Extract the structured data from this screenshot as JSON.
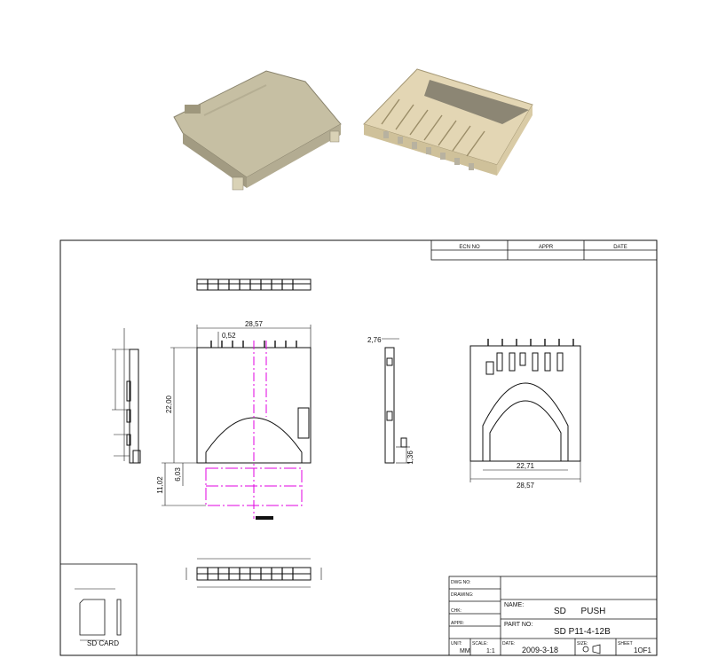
{
  "revision_header": {
    "ecn_no": "ECN NO",
    "appr": "APPR",
    "date": "DATE"
  },
  "dimensions": {
    "width_top": "28,57",
    "lip": "0,52",
    "height_side": "22,00",
    "extension_total": "11,02",
    "extension_inner": "6,03",
    "side_height": "2,76",
    "pin_len": "1,36",
    "rear_inner": "22,71",
    "rear_width": "28,57"
  },
  "inset": {
    "label": "SD CARD"
  },
  "title_block": {
    "dwg_no": "DWG NO:",
    "drawing": "DRAWING:",
    "chk": "CHK:",
    "appr": "APPR:",
    "name_label": "NAME:",
    "name_value": "SD      PUSH",
    "part_label": "PART NO:",
    "part_value": "SD P11-4-12B",
    "unit_label": "UNIT:",
    "unit_value": "MM",
    "scale_label": "SCALE:",
    "scale_value": "1:1",
    "date_label": "DATE:",
    "date_value": "2009-3-18",
    "size_label": "SIZE:",
    "sheet_label": "SHEET",
    "sheet_value": "1OF1"
  },
  "colors": {
    "center_line": "#e000e0",
    "line": "#111111",
    "photo_metal": "#c9c2a6",
    "photo_plastic": "#e3d6b4"
  }
}
